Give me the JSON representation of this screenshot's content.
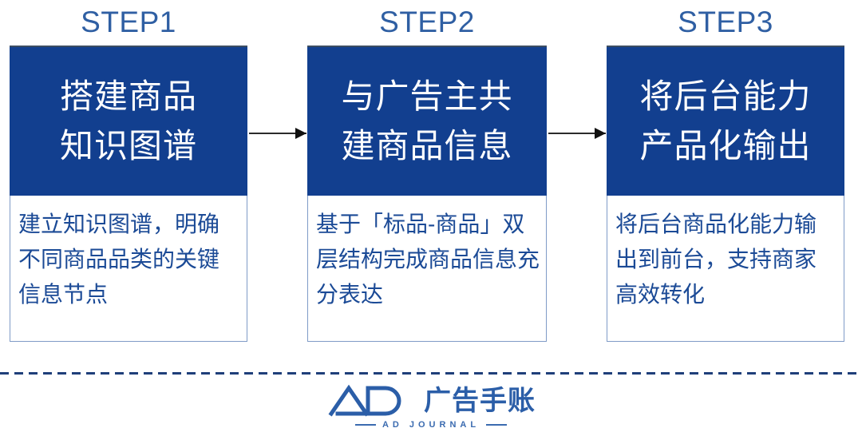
{
  "steps": [
    {
      "label": "STEP1",
      "title_lines": [
        "搭建商品",
        "知识图谱"
      ],
      "body": "建立知识图谱，明确不同商品品类的关键信息节点"
    },
    {
      "label": "STEP2",
      "title_lines": [
        "与广告主共",
        "建商品信息"
      ],
      "body": "基于「标品-商品」双层结构完成商品信息充分表达"
    },
    {
      "label": "STEP3",
      "title_lines": [
        "将后台能力",
        "产品化输出"
      ],
      "body": "将后台商品化能力输出到前台，支持商家高效转化"
    }
  ],
  "footer": {
    "logo_monogram": "AD",
    "logo_cn": "广告手账",
    "logo_sub": "AD JOURNAL"
  },
  "colors": {
    "card_header_blue": "#123f8f",
    "step_label_blue": "#2f5fa3",
    "body_text_blue": "#1b4a96",
    "card_border_blue": "#7f9bc7",
    "divider_navy": "#1f3f7a",
    "logo_blue": "#2b5ea8",
    "arrow_dark": "#2b2b2b",
    "background": "#ffffff"
  }
}
